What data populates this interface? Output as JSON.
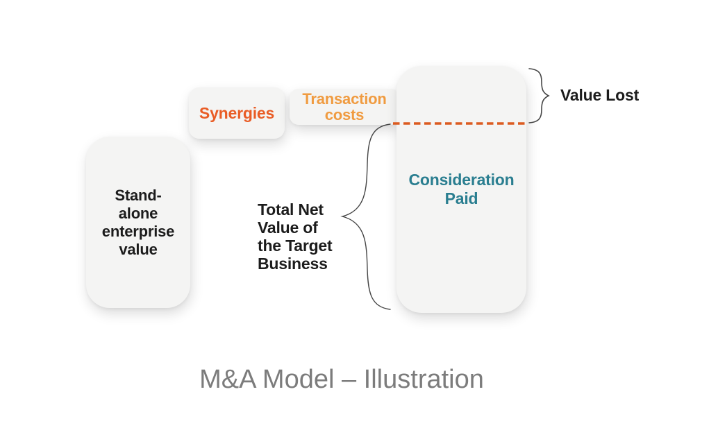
{
  "colors": {
    "background": "#FFFFFF",
    "box_fill": "#F4F4F3",
    "text_dark": "#1C1C1C",
    "synergies": "#E95C25",
    "transaction": "#F09B40",
    "consideration": "#2A7E90",
    "dashed_line": "#DB5B20",
    "brace": "#454545",
    "title": "#7C7C7C"
  },
  "diagram": {
    "standalone_box": {
      "lines": [
        "Stand-",
        "alone",
        "enterprise",
        "value"
      ]
    },
    "synergies_box": {
      "label": "Synergies"
    },
    "transaction_box": {
      "lines": [
        "Transaction",
        "costs"
      ]
    },
    "consideration_box": {
      "lines": [
        "Consideration",
        "Paid"
      ]
    },
    "total_net_label": {
      "lines": [
        "Total Net",
        "Value of",
        "the Target",
        "Business"
      ]
    },
    "value_lost_label": "Value Lost"
  },
  "title": "M&A Model – Illustration"
}
